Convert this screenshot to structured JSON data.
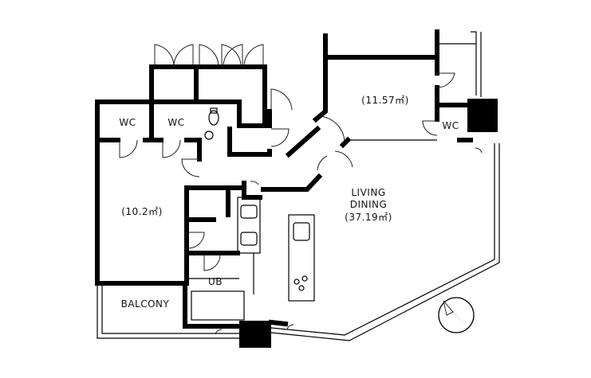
{
  "rooms": {
    "wc_1": "WC",
    "wc_2": "WC",
    "wc_3": "WC",
    "room_west": "(10.2㎡)",
    "room_north": "(11.57㎡)",
    "living_line1": "LIVING",
    "living_line2": "DINING",
    "living_area": "(37.19㎡)",
    "bath": "UB",
    "balcony": "BALCONY"
  },
  "icons": {
    "compass": "north-arrow-icon"
  }
}
